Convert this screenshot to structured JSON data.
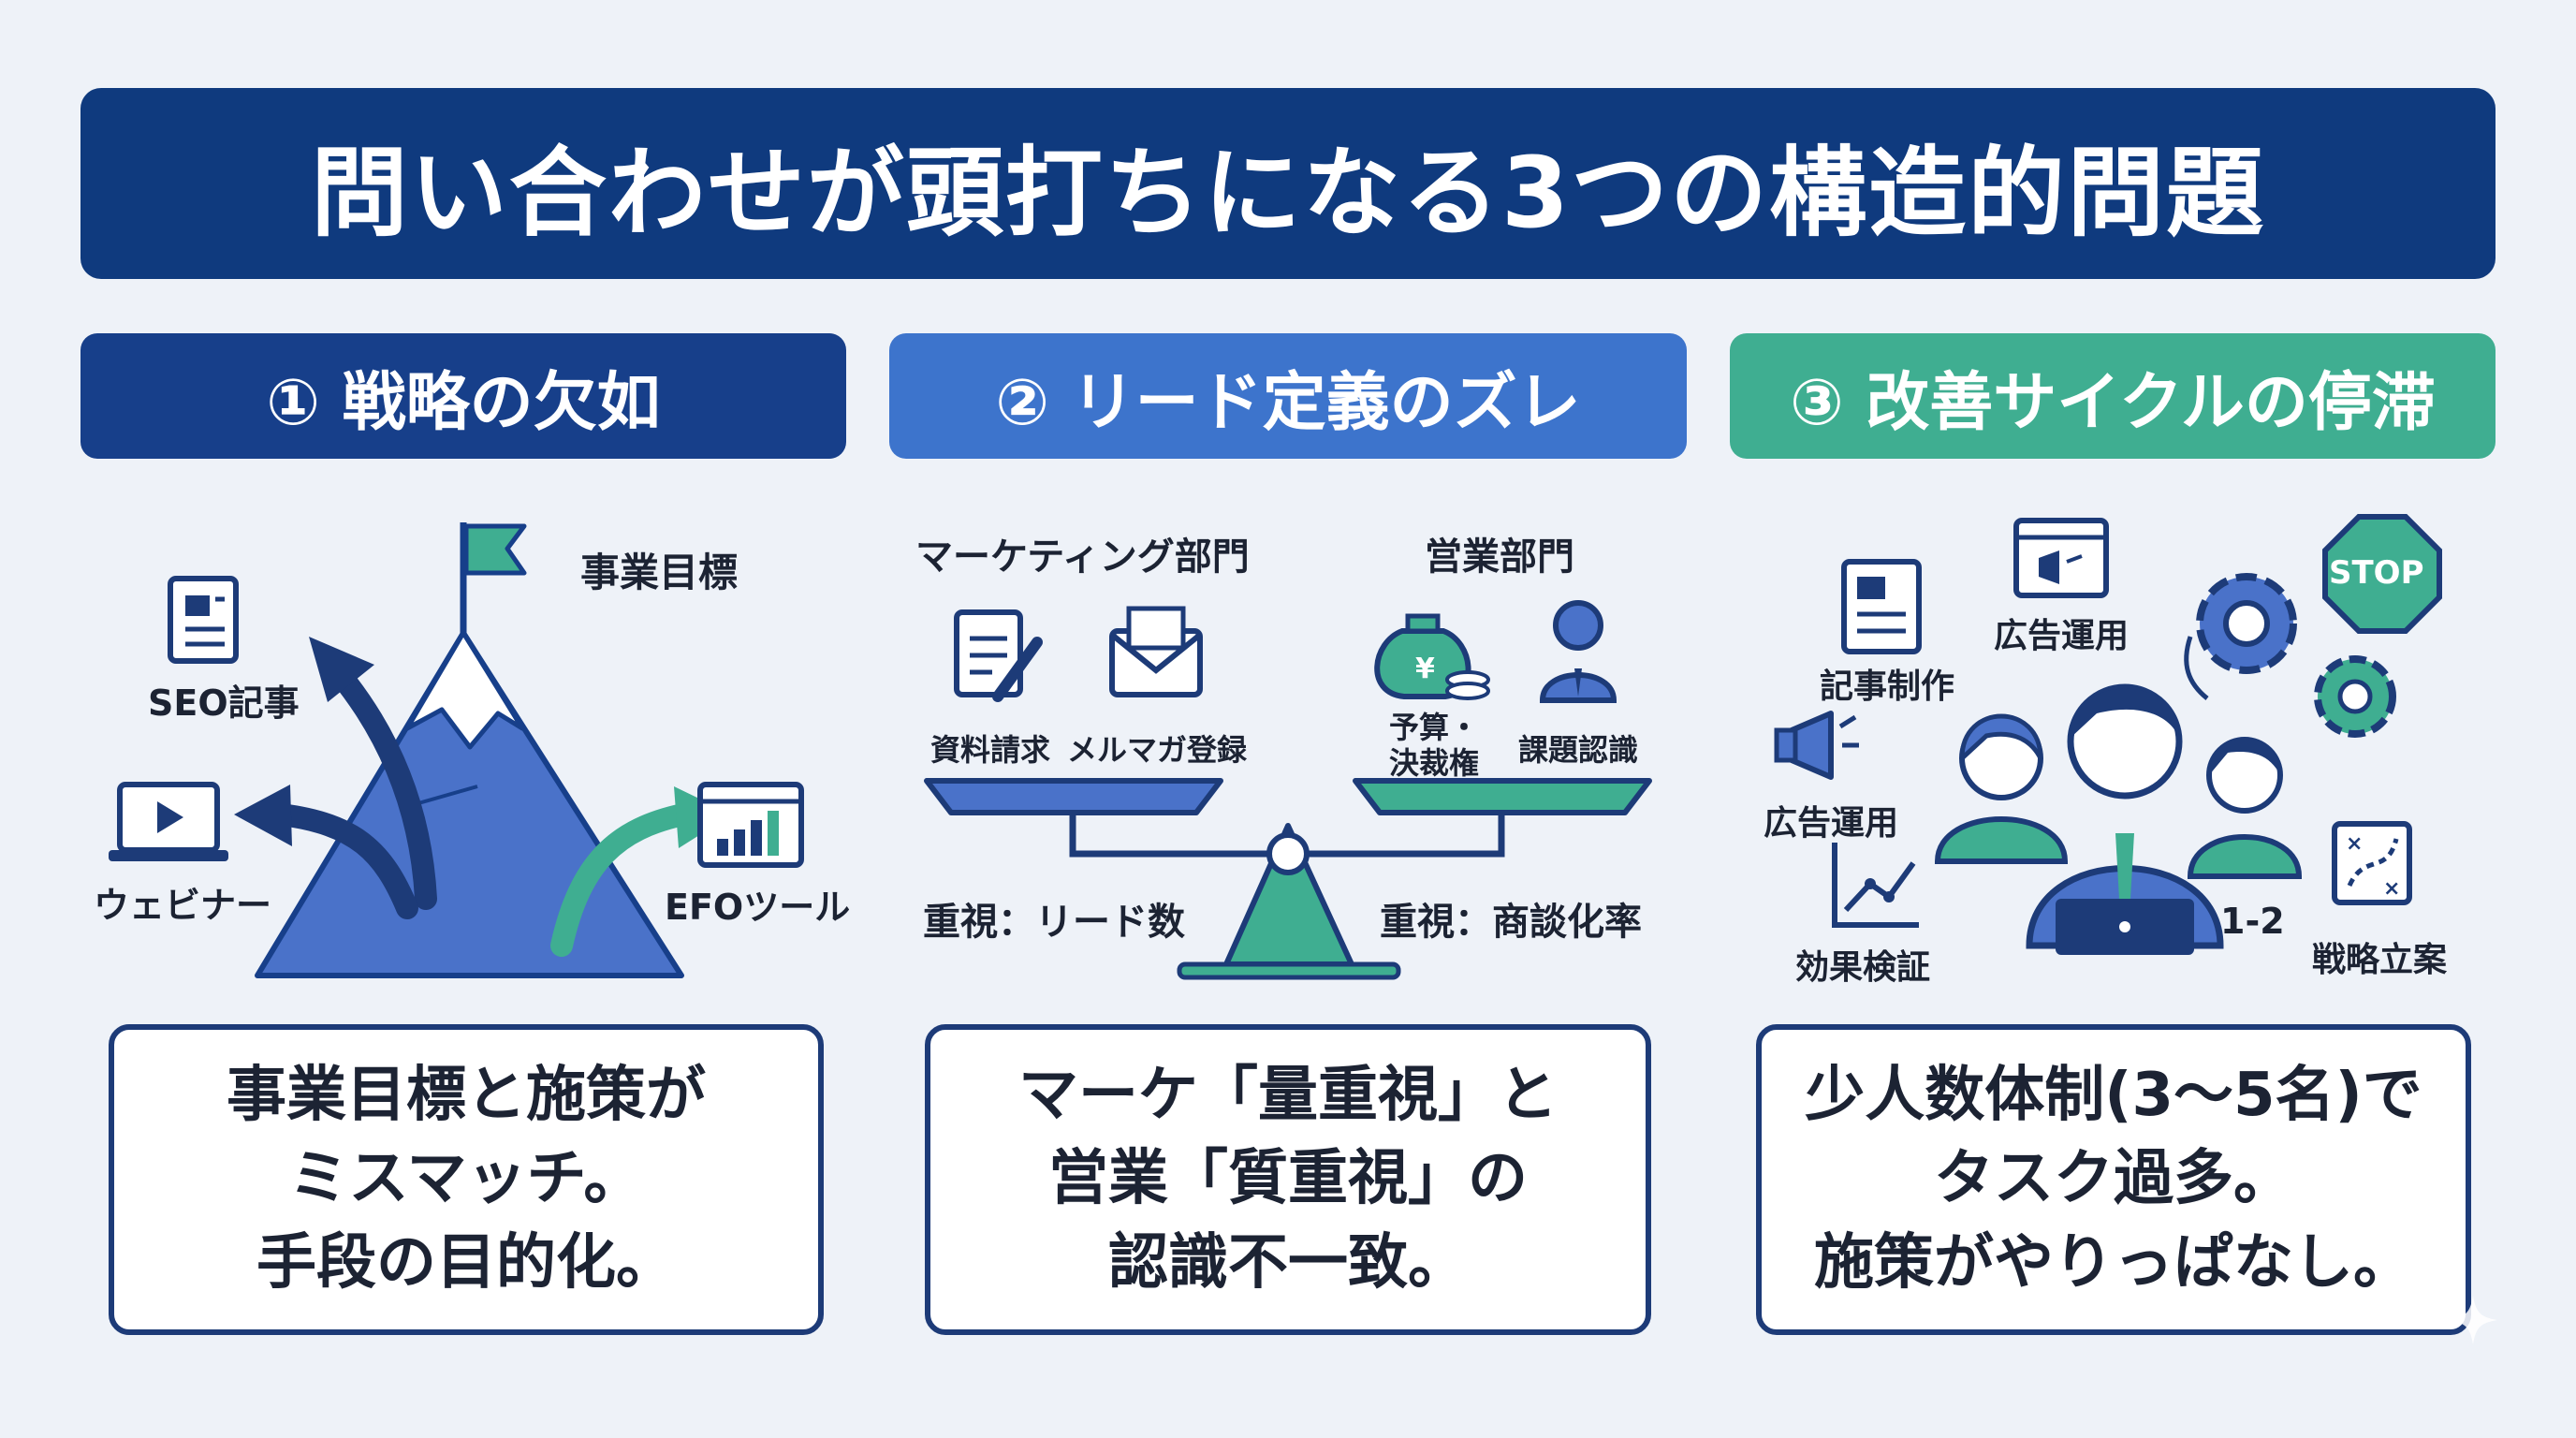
{
  "title": "問い合わせが頭打ちになる3つの構造的問題",
  "colors": {
    "navy": "#0f3a7e",
    "blue": "#3d74cc",
    "green": "#3fae91"
  },
  "columns": [
    {
      "header": "① 戦略の欠如",
      "labels": {
        "goal": "事業目標",
        "seo": "SEO記事",
        "webinar": "ウェビナー",
        "efo": "EFOツール"
      },
      "card": [
        "事業目標と施策が",
        "ミスマッチ。",
        "手段の目的化。"
      ]
    },
    {
      "header": "② リード定義のズレ",
      "labels": {
        "marketing": "マーケティング部門",
        "sales": "営業部門",
        "docs": "資料請求",
        "mailmag": "メルマガ登録",
        "budget1": "予算・",
        "budget2": "決裁権",
        "issue": "課題認識",
        "focus_left": "重視：リード数",
        "focus_right": "重視：商談化率"
      },
      "card": [
        "マーケ「量重視」と",
        "営業「質重視」の",
        "認識不一致。"
      ]
    },
    {
      "header": "③ 改善サイクルの停滞",
      "labels": {
        "article": "記事制作",
        "ad_top": "広告運用",
        "ad_left": "広告運用",
        "measure": "効果検証",
        "team": "1-2",
        "strategy": "戦略立案",
        "stop": "STOP"
      },
      "card": [
        "少人数体制(3〜5名)で",
        "タスク過多。",
        "施策がやりっぱなし。"
      ]
    }
  ]
}
